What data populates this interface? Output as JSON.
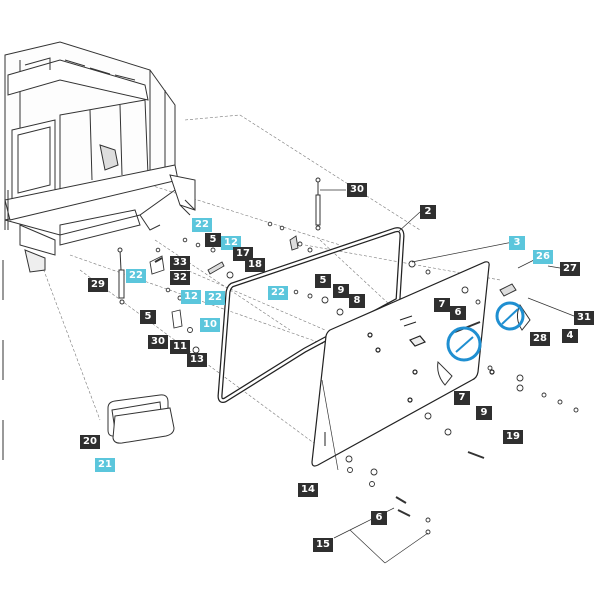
{
  "diagram": {
    "accent_color": "#1f8fd1",
    "dark_label_color": "#2f2f2f",
    "cyan_label_color": "#5bc6dc",
    "callouts": [
      {
        "id": "c30a",
        "text": "30",
        "style": "dark"
      },
      {
        "id": "c2",
        "text": "2",
        "style": "dark"
      },
      {
        "id": "c3",
        "text": "3",
        "style": "cyan"
      },
      {
        "id": "c26",
        "text": "26",
        "style": "cyan"
      },
      {
        "id": "c27",
        "text": "27",
        "style": "dark"
      },
      {
        "id": "c22a",
        "text": "22",
        "style": "cyan"
      },
      {
        "id": "c5a",
        "text": "5",
        "style": "dark"
      },
      {
        "id": "c12a",
        "text": "12",
        "style": "cyan"
      },
      {
        "id": "c17",
        "text": "17",
        "style": "dark"
      },
      {
        "id": "c33",
        "text": "33",
        "style": "dark"
      },
      {
        "id": "c18",
        "text": "18",
        "style": "dark"
      },
      {
        "id": "c22b",
        "text": "22",
        "style": "cyan"
      },
      {
        "id": "c32",
        "text": "32",
        "style": "dark"
      },
      {
        "id": "c29",
        "text": "29",
        "style": "dark"
      },
      {
        "id": "c5b",
        "text": "5",
        "style": "dark"
      },
      {
        "id": "c9a",
        "text": "9",
        "style": "dark"
      },
      {
        "id": "c8",
        "text": "8",
        "style": "dark"
      },
      {
        "id": "c22c",
        "text": "22",
        "style": "cyan"
      },
      {
        "id": "c12b",
        "text": "12",
        "style": "cyan"
      },
      {
        "id": "c22d",
        "text": "22",
        "style": "cyan"
      },
      {
        "id": "c7a",
        "text": "7",
        "style": "dark"
      },
      {
        "id": "c6a",
        "text": "6",
        "style": "dark"
      },
      {
        "id": "c31",
        "text": "31",
        "style": "dark"
      },
      {
        "id": "c5c",
        "text": "5",
        "style": "dark"
      },
      {
        "id": "c10",
        "text": "10",
        "style": "cyan"
      },
      {
        "id": "c28",
        "text": "28",
        "style": "dark"
      },
      {
        "id": "c4",
        "text": "4",
        "style": "dark"
      },
      {
        "id": "c30b",
        "text": "30",
        "style": "dark"
      },
      {
        "id": "c11",
        "text": "11",
        "style": "dark"
      },
      {
        "id": "c13",
        "text": "13",
        "style": "dark"
      },
      {
        "id": "c7b",
        "text": "7",
        "style": "dark"
      },
      {
        "id": "c9b",
        "text": "9",
        "style": "dark"
      },
      {
        "id": "c20",
        "text": "20",
        "style": "dark"
      },
      {
        "id": "c19",
        "text": "19",
        "style": "dark"
      },
      {
        "id": "c21",
        "text": "21",
        "style": "cyan"
      },
      {
        "id": "c14",
        "text": "14",
        "style": "dark"
      },
      {
        "id": "c6b",
        "text": "6",
        "style": "dark"
      },
      {
        "id": "c15",
        "text": "15",
        "style": "dark"
      }
    ]
  }
}
